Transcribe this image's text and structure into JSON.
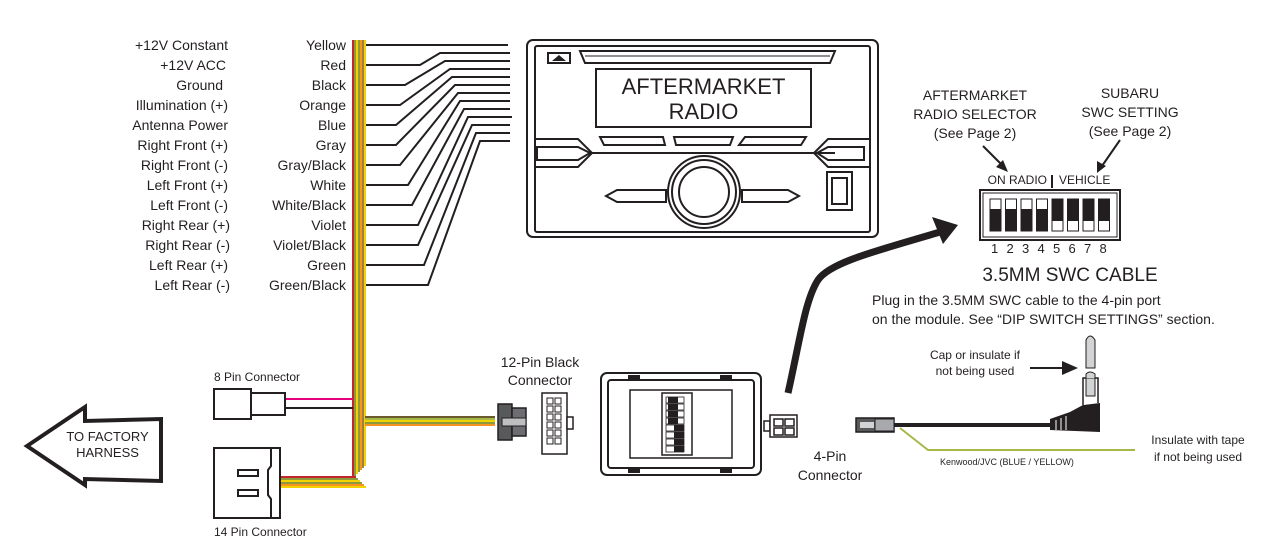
{
  "wire_table": {
    "rows": [
      {
        "function": "+12V Constant",
        "color": "Yellow"
      },
      {
        "function": "+12V ACC",
        "color": "Red"
      },
      {
        "function": "Ground",
        "color": "Black"
      },
      {
        "function": "Illumination (+)",
        "color": "Orange"
      },
      {
        "function": "Antenna Power",
        "color": "Blue"
      },
      {
        "function": "Right Front (+)",
        "color": "Gray"
      },
      {
        "function": "Right Front (-)",
        "color": "Gray/Black"
      },
      {
        "function": "Left Front (+)",
        "color": "White"
      },
      {
        "function": "Left Front (-)",
        "color": "White/Black"
      },
      {
        "function": "Right Rear (+)",
        "color": "Violet"
      },
      {
        "function": "Right Rear (-)",
        "color": "Violet/Black"
      },
      {
        "function": "Left Rear (+)",
        "color": "Green"
      },
      {
        "function": "Left Rear (-)",
        "color": "Green/Black"
      }
    ]
  },
  "radio": {
    "display_line1": "AFTERMARKET",
    "display_line2": "RADIO"
  },
  "dip": {
    "selector_label": [
      "AFTERMARKET",
      "RADIO SELECTOR",
      "(See Page 2)"
    ],
    "swc_label": [
      "SUBARU",
      "SWC SETTING",
      "(See Page 2)"
    ],
    "header_left": "ON RADIO",
    "header_right": "VEHICLE",
    "switches": [
      {
        "num": "1",
        "state": "down"
      },
      {
        "num": "2",
        "state": "down"
      },
      {
        "num": "3",
        "state": "down"
      },
      {
        "num": "4",
        "state": "down"
      },
      {
        "num": "5",
        "state": "up"
      },
      {
        "num": "6",
        "state": "up"
      },
      {
        "num": "7",
        "state": "up"
      },
      {
        "num": "8",
        "state": "up"
      }
    ]
  },
  "swc_cable": {
    "title": "3.5MM SWC CABLE",
    "desc_line1": "Plug in the 3.5MM SWC cable to the 4-pin port",
    "desc_line2": "on the module. See “DIP SWITCH SETTINGS” section.",
    "cap_note": [
      "Cap or insulate if",
      "not being used"
    ],
    "wire_note": "Kenwood/JVC (BLUE / YELLOW)",
    "insulate_note": [
      "Insulate with tape",
      "if not being used"
    ]
  },
  "connectors": {
    "eight_pin": "8 Pin Connector",
    "fourteen_pin": "14 Pin Connector",
    "twelve_pin": [
      "12-Pin Black",
      "Connector"
    ],
    "four_pin": [
      "4-Pin",
      "Connector"
    ]
  },
  "factory_arrow": [
    "TO FACTORY",
    "HARNESS"
  ],
  "colors": {
    "line": "#231f20",
    "yellow": "#f2d300",
    "red": "#c1272d",
    "orange": "#f7931e",
    "green": "#8c9a3c",
    "magenta": "#e6007e",
    "olive_wire": "#a7b84a"
  }
}
